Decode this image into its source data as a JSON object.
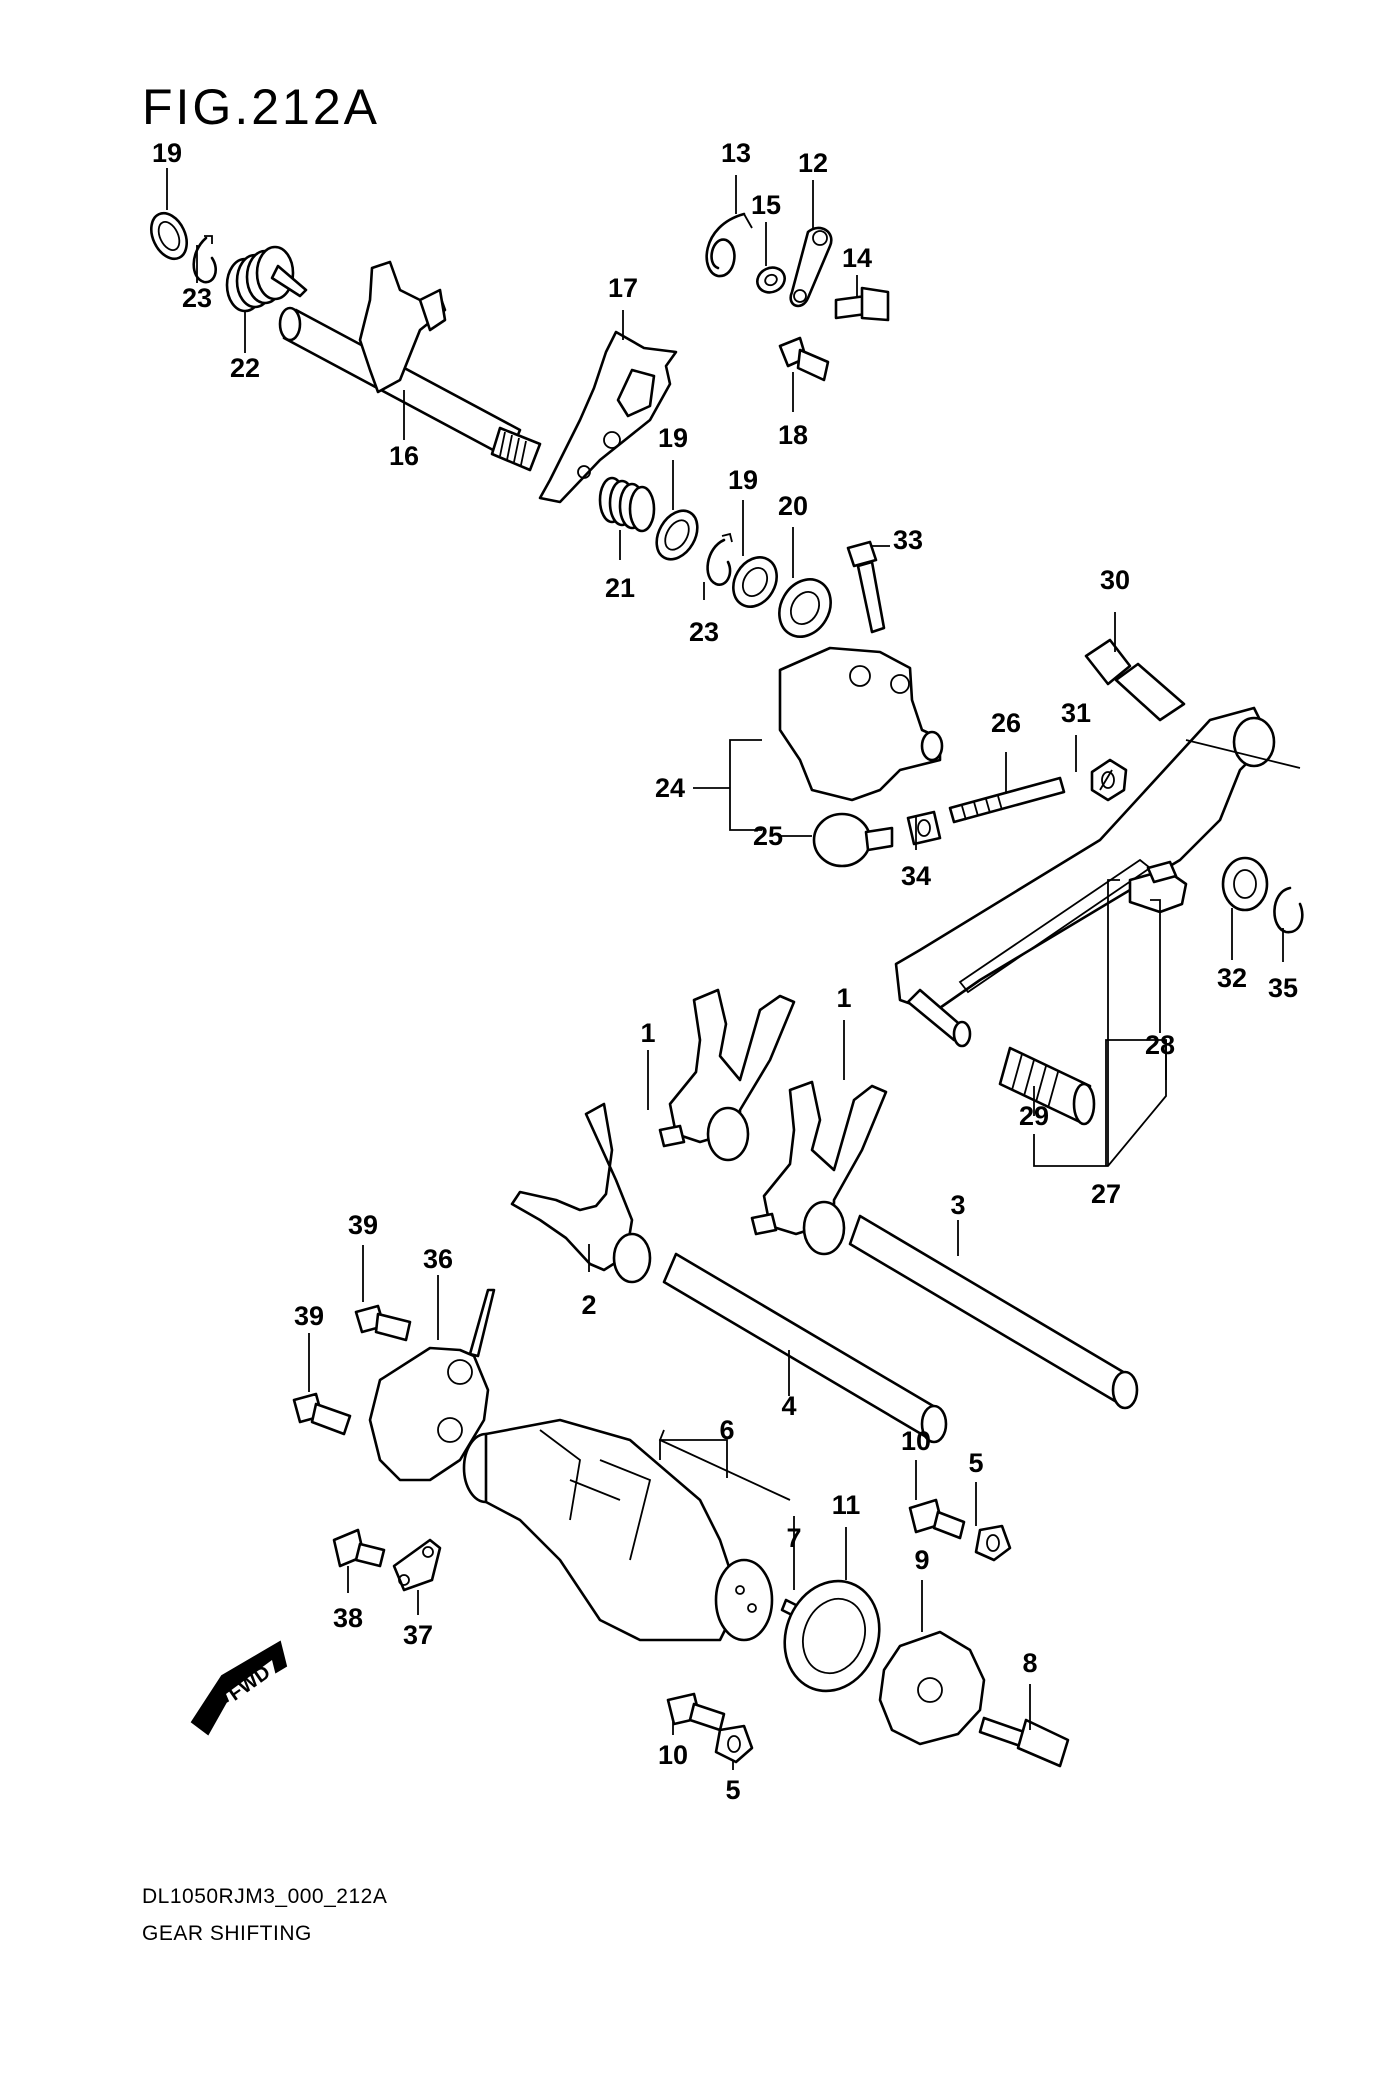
{
  "figure": {
    "title": "FIG.212A",
    "code": "DL1050RJM3_000_212A",
    "name": "GEAR SHIFTING",
    "direction_badge": "FWD"
  },
  "callouts": [
    {
      "id": "c19a",
      "text": "19"
    },
    {
      "id": "c23a",
      "text": "23"
    },
    {
      "id": "c22",
      "text": "22"
    },
    {
      "id": "c16",
      "text": "16"
    },
    {
      "id": "c13",
      "text": "13"
    },
    {
      "id": "c12",
      "text": "12"
    },
    {
      "id": "c15",
      "text": "15"
    },
    {
      "id": "c14",
      "text": "14"
    },
    {
      "id": "c17",
      "text": "17"
    },
    {
      "id": "c18",
      "text": "18"
    },
    {
      "id": "c19b",
      "text": "19"
    },
    {
      "id": "c19c",
      "text": "19"
    },
    {
      "id": "c20",
      "text": "20"
    },
    {
      "id": "c33",
      "text": "33"
    },
    {
      "id": "c21",
      "text": "21"
    },
    {
      "id": "c23b",
      "text": "23"
    },
    {
      "id": "c30",
      "text": "30"
    },
    {
      "id": "c26",
      "text": "26"
    },
    {
      "id": "c31",
      "text": "31"
    },
    {
      "id": "c24",
      "text": "24"
    },
    {
      "id": "c25",
      "text": "25"
    },
    {
      "id": "c34",
      "text": "34"
    },
    {
      "id": "c32",
      "text": "32"
    },
    {
      "id": "c35",
      "text": "35"
    },
    {
      "id": "c1a",
      "text": "1"
    },
    {
      "id": "c1b",
      "text": "1"
    },
    {
      "id": "c28",
      "text": "28"
    },
    {
      "id": "c29",
      "text": "29"
    },
    {
      "id": "c27",
      "text": "27"
    },
    {
      "id": "c3",
      "text": "3"
    },
    {
      "id": "c2",
      "text": "2"
    },
    {
      "id": "c39a",
      "text": "39"
    },
    {
      "id": "c36",
      "text": "36"
    },
    {
      "id": "c39b",
      "text": "39"
    },
    {
      "id": "c4",
      "text": "4"
    },
    {
      "id": "c6",
      "text": "6"
    },
    {
      "id": "c10a",
      "text": "10"
    },
    {
      "id": "c5a",
      "text": "5"
    },
    {
      "id": "c7",
      "text": "7"
    },
    {
      "id": "c11",
      "text": "11"
    },
    {
      "id": "c9",
      "text": "9"
    },
    {
      "id": "c38",
      "text": "38"
    },
    {
      "id": "c37",
      "text": "37"
    },
    {
      "id": "c8",
      "text": "8"
    },
    {
      "id": "c10b",
      "text": "10"
    },
    {
      "id": "c5b",
      "text": "5"
    }
  ]
}
